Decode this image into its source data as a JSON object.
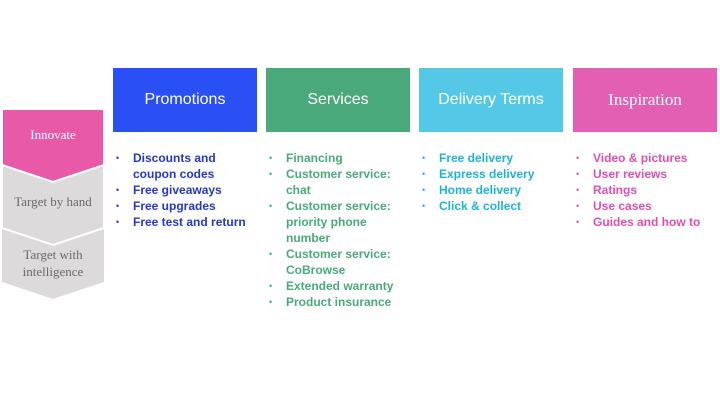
{
  "stages": {
    "innovate": "Innovate",
    "target_by_hand": "Target by hand",
    "target_with_intelligence_line1": "Target with",
    "target_with_intelligence_line2": "intelligence"
  },
  "colors": {
    "innovate_fill": "#e85aa8",
    "target_fill": "#dcdadb",
    "promotions": "#2a4ff5",
    "services": "#4aa97a",
    "delivery": "#55c8e8",
    "inspiration": "#e35fb3",
    "promotions_text": "#2438c2",
    "services_text": "#4aa97a",
    "delivery_text": "#1fb2d6",
    "inspiration_text": "#e04fb0"
  },
  "columns": {
    "promotions": {
      "title": "Promotions",
      "items": [
        "Discounts and coupon codes",
        "Free giveaways",
        "Free upgrades",
        "Free test and return"
      ]
    },
    "services": {
      "title": "Services",
      "items": [
        "Financing",
        "Customer service: chat",
        "Customer service: priority phone number",
        "Customer service: CoBrowse",
        "Extended warranty",
        "Product insurance"
      ]
    },
    "delivery": {
      "title": "Delivery Terms",
      "items": [
        "Free delivery",
        "Express delivery",
        "Home delivery",
        "Click & collect"
      ]
    },
    "inspiration": {
      "title": "Inspiration",
      "items": [
        "Video & pictures",
        "User reviews",
        "Ratings",
        "Use cases",
        "Guides and how to"
      ]
    }
  }
}
